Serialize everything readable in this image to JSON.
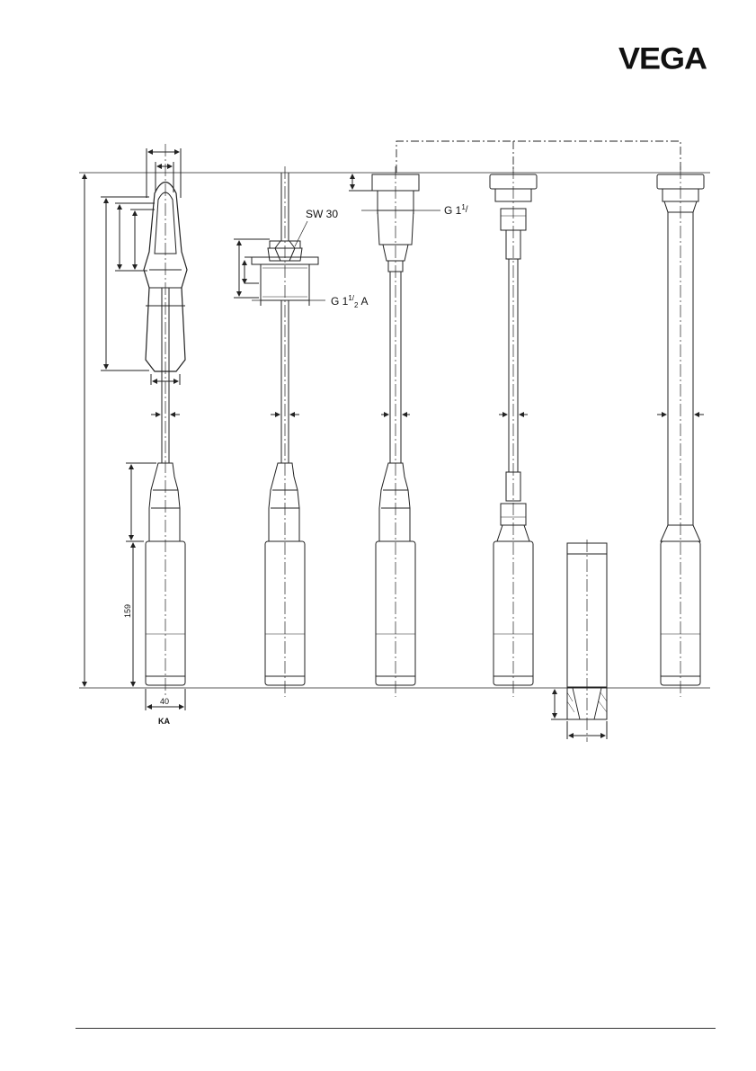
{
  "brand": {
    "logo_text": "VEGA",
    "color": "#111111"
  },
  "labels": {
    "wrench_size": "SW 30",
    "thread_a_main": "G 1",
    "thread_a_num": "1",
    "thread_a_den": "2",
    "thread_a_suffix": "A",
    "thread_b_main": "G 1",
    "thread_b_num": "1",
    "thread_b_tail": "/",
    "length_dim": "159",
    "width_dim": "40",
    "variant_code": "KA"
  }
}
